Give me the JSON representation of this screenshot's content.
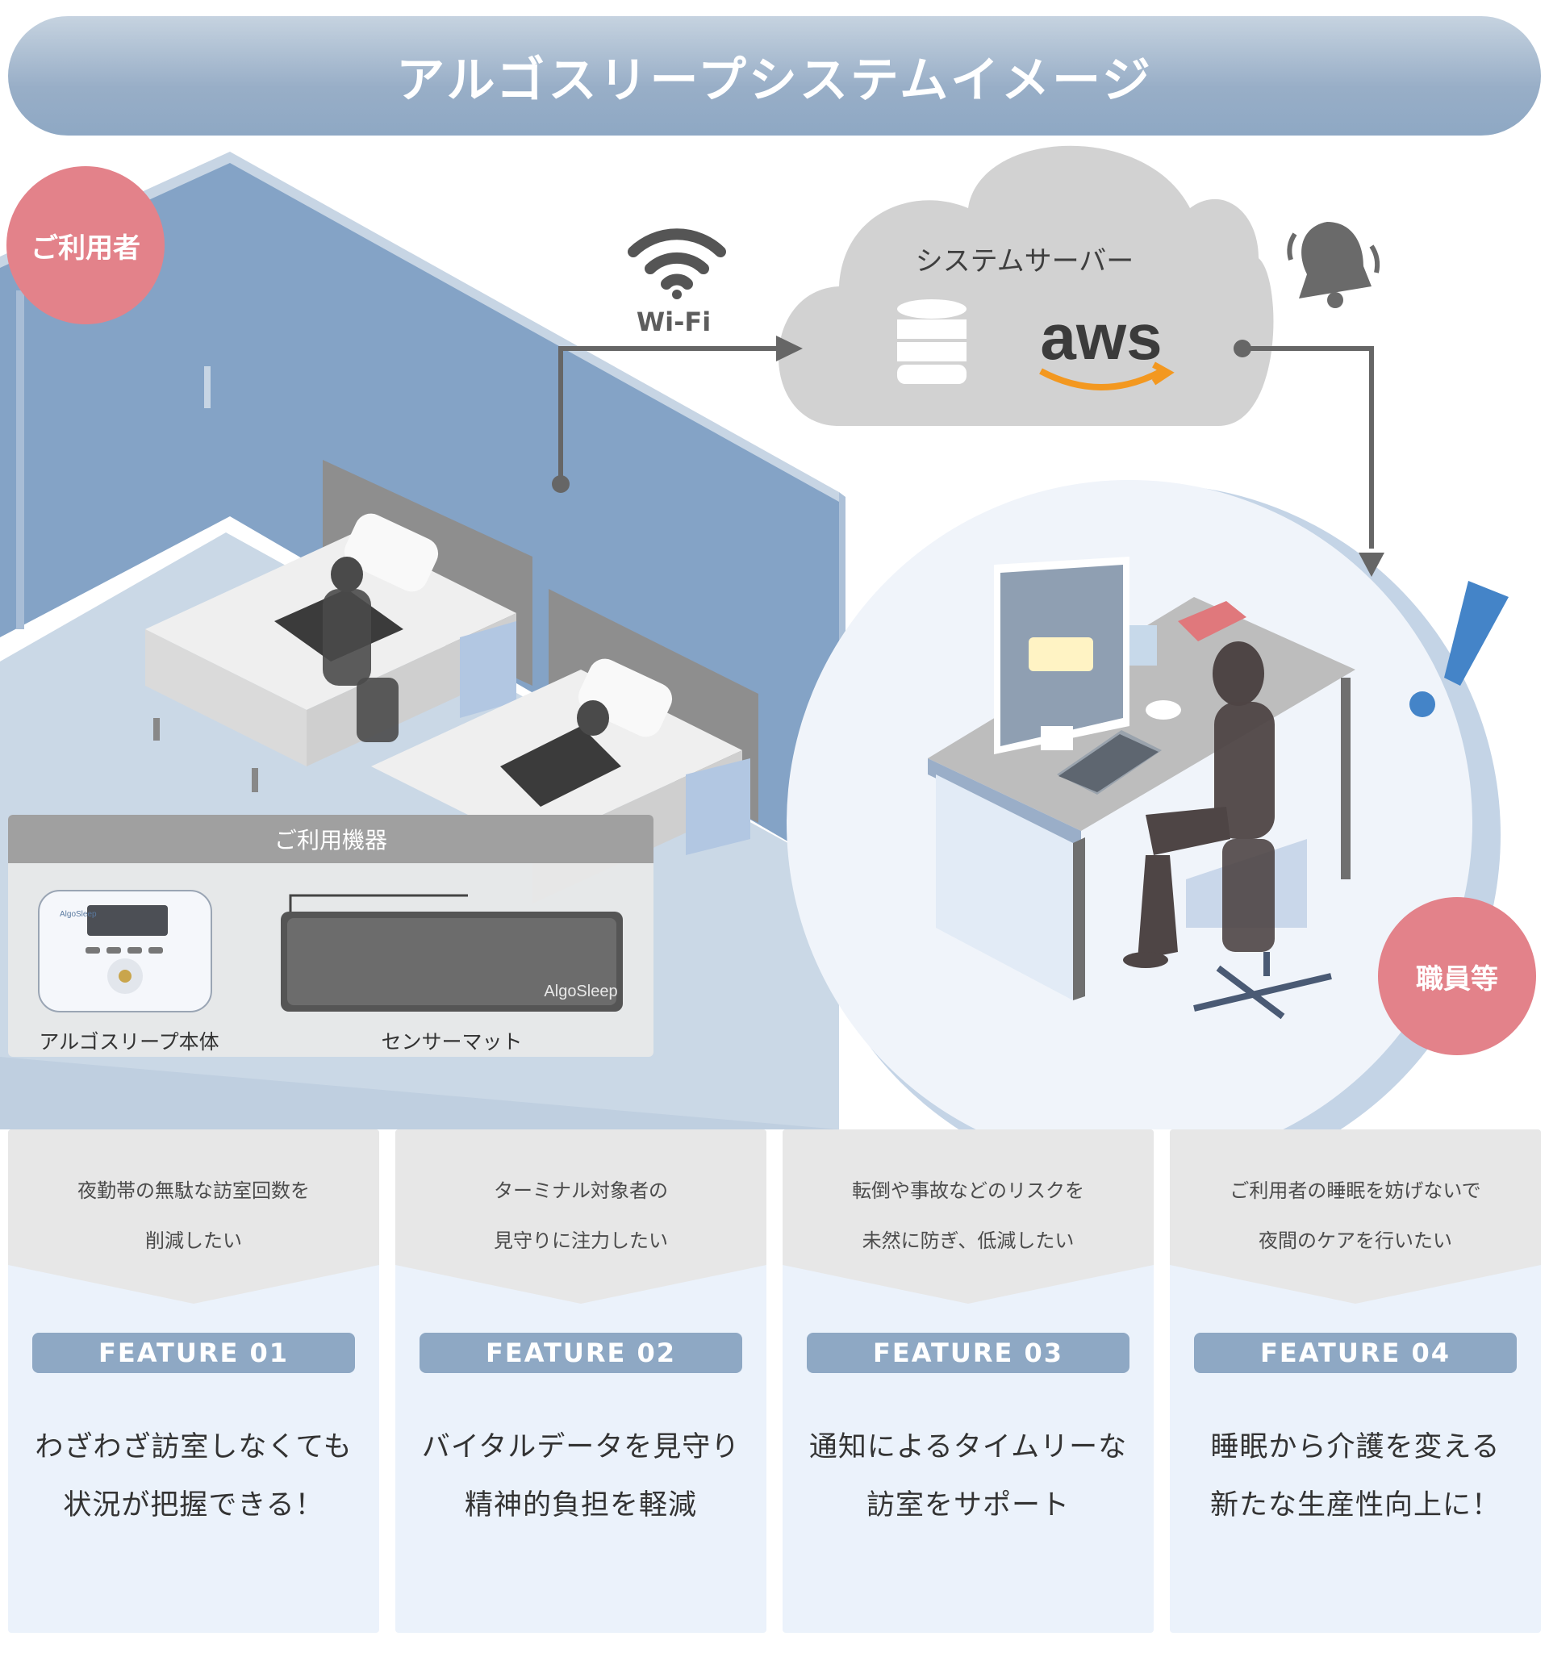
{
  "title": "アルゴスリープシステムイメージ",
  "user_label": "ご利用者",
  "staff_label": "職員等",
  "wifi_label": "Wi-Fi",
  "server_label": "システムサーバー",
  "aws_logo_text": "aws",
  "equipment": {
    "header": "ご利用機器",
    "device_caption": "アルゴスリープ本体",
    "mat_caption": "センサーマット",
    "mat_logo": "AlgoSleep",
    "device_logo": "AlgoSleep"
  },
  "features": [
    {
      "need": [
        "夜勤帯の無駄な訪室回数を",
        "削減したい"
      ],
      "badge": "FEATURE  01",
      "text": [
        "わざわざ訪室しなくても",
        "状況が把握できる！"
      ]
    },
    {
      "need": [
        "ターミナル対象者の",
        "見守りに注力したい"
      ],
      "badge": "FEATURE  02",
      "text": [
        "バイタルデータを見守り",
        "精神的負担を軽減"
      ]
    },
    {
      "need": [
        "転倒や事故などのリスクを",
        "未然に防ぎ、低減したい"
      ],
      "badge": "FEATURE  03",
      "text": [
        "通知によるタイムリーな",
        "訪室をサポート"
      ]
    },
    {
      "need": [
        "ご利用者の睡眠を妨げないで",
        "夜間のケアを行いたい"
      ],
      "badge": "FEATURE  04",
      "text": [
        "睡眠から介護を変える",
        "新たな生産性向上に！"
      ]
    }
  ],
  "colors": {
    "wall": "#84a3c6",
    "badge_pink": "#e3828a",
    "feature_blue": "#8ea8c4",
    "alert_blue": "#4484c8",
    "cloud_gray": "#d2d2d2"
  }
}
